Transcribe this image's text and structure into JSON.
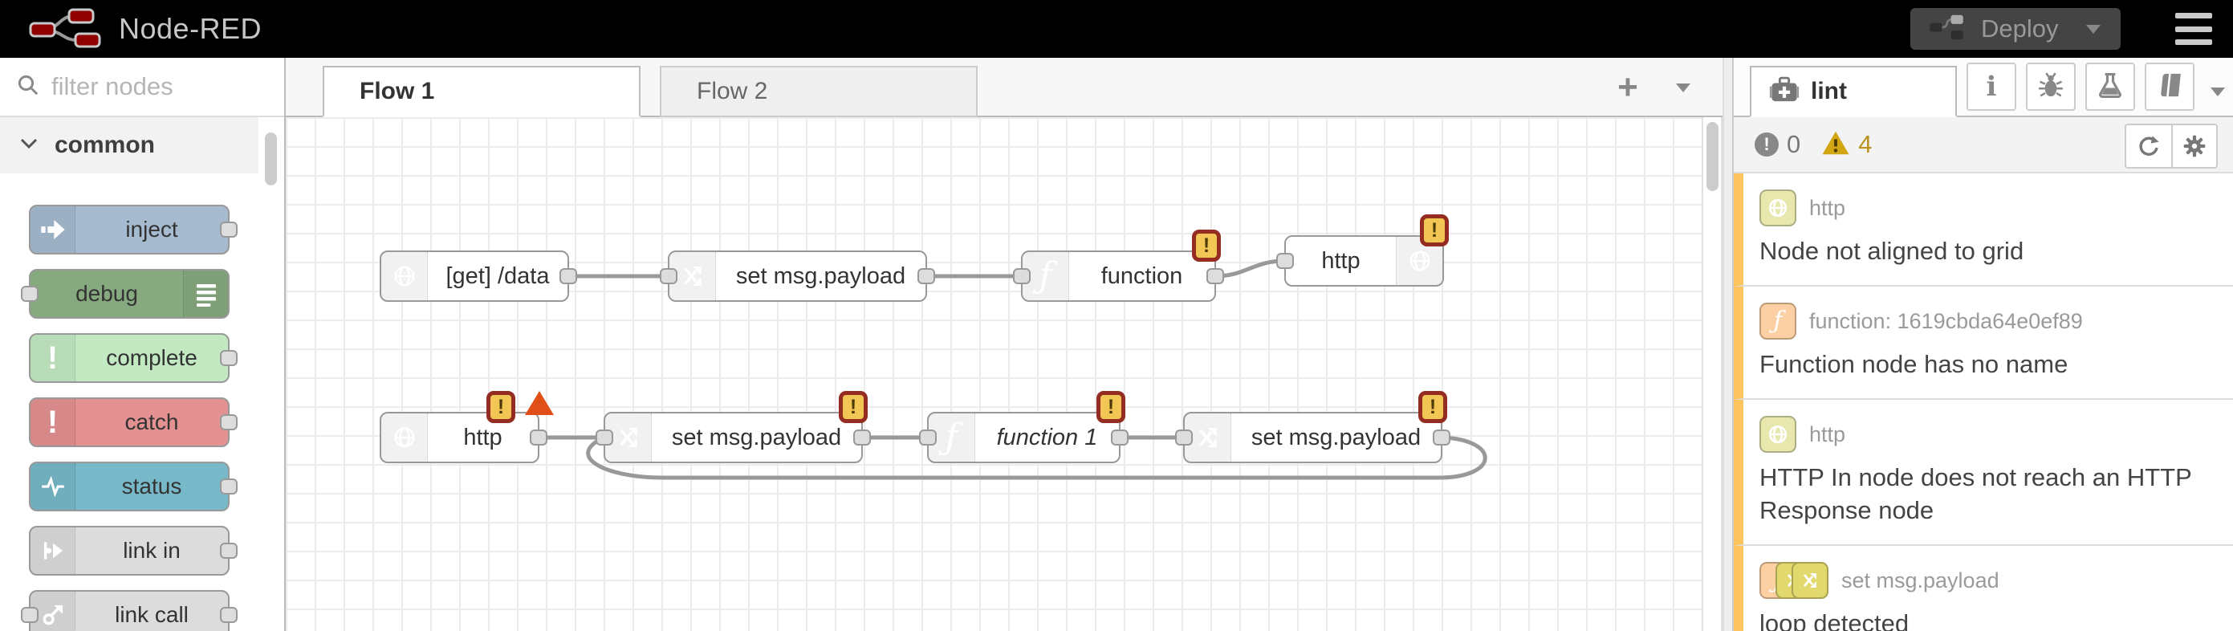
{
  "header": {
    "title": "Node-RED",
    "deploy_label": "Deploy"
  },
  "palette": {
    "search_placeholder": "filter nodes",
    "category": "common",
    "items": [
      {
        "label": "inject",
        "color": "#a6bbcf"
      },
      {
        "label": "debug",
        "color": "#87a980"
      },
      {
        "label": "complete",
        "color": "#c2e9c2"
      },
      {
        "label": "catch",
        "color": "#e49191"
      },
      {
        "label": "status",
        "color": "#77b9c8"
      },
      {
        "label": "link in",
        "color": "#dcdcdc"
      },
      {
        "label": "link call",
        "color": "#dcdcdc"
      }
    ]
  },
  "workspace": {
    "tabs": [
      {
        "label": "Flow 1"
      },
      {
        "label": "Flow 2"
      }
    ],
    "add_tab_label": "+"
  },
  "flow": {
    "nodes": [
      {
        "label": "[get] /data",
        "type": "http in",
        "color": "#e7e7ae"
      },
      {
        "label": "set msg.payload",
        "type": "change",
        "color": "#e2d96e"
      },
      {
        "label": "function",
        "type": "function",
        "color": "#fcd0a2"
      },
      {
        "label": "http",
        "type": "http response",
        "color": "#e7e7ae"
      },
      {
        "label": "http",
        "type": "http in",
        "color": "#e7e7ae"
      },
      {
        "label": "set msg.payload",
        "type": "change",
        "color": "#e2d96e"
      },
      {
        "label": "function 1",
        "type": "function",
        "color": "#fcd0a2"
      },
      {
        "label": "set msg.payload",
        "type": "change",
        "color": "#e2d96e"
      }
    ],
    "badge_glyph": "!"
  },
  "sidebar": {
    "tab_label": "lint",
    "error_count": "0",
    "warning_count": "4",
    "issues": [
      {
        "node_label": "http",
        "message": "Node not aligned to grid"
      },
      {
        "node_label": "function: 1619cbda64e0ef89",
        "message": "Function node has no name"
      },
      {
        "node_label": "http",
        "message": "HTTP In node does not reach an HTTP Response node"
      },
      {
        "node_label": "set msg.payload",
        "message": "loop detected"
      }
    ]
  },
  "colors": {
    "header_bg": "#000000",
    "accent_red_logo": "#8f0000",
    "warning_badge_fill": "#f2c654",
    "warning_badge_border": "#952c21",
    "error_triangle": "#e04f17",
    "lint_item_bar": "#fdc45f",
    "warning_text": "#b8921c",
    "wire": "#999999",
    "grid_line": "#ececec"
  },
  "icons": {
    "logo": "node-red-nodes",
    "deploy": "deploy-nodes-icon",
    "menu": "hamburger",
    "search": "magnifier",
    "lint_tab": "medkit",
    "toolbar": [
      "info",
      "bug",
      "flask",
      "book"
    ],
    "status_row": [
      "error-circle",
      "warning-triangle",
      "refresh",
      "gear"
    ]
  }
}
